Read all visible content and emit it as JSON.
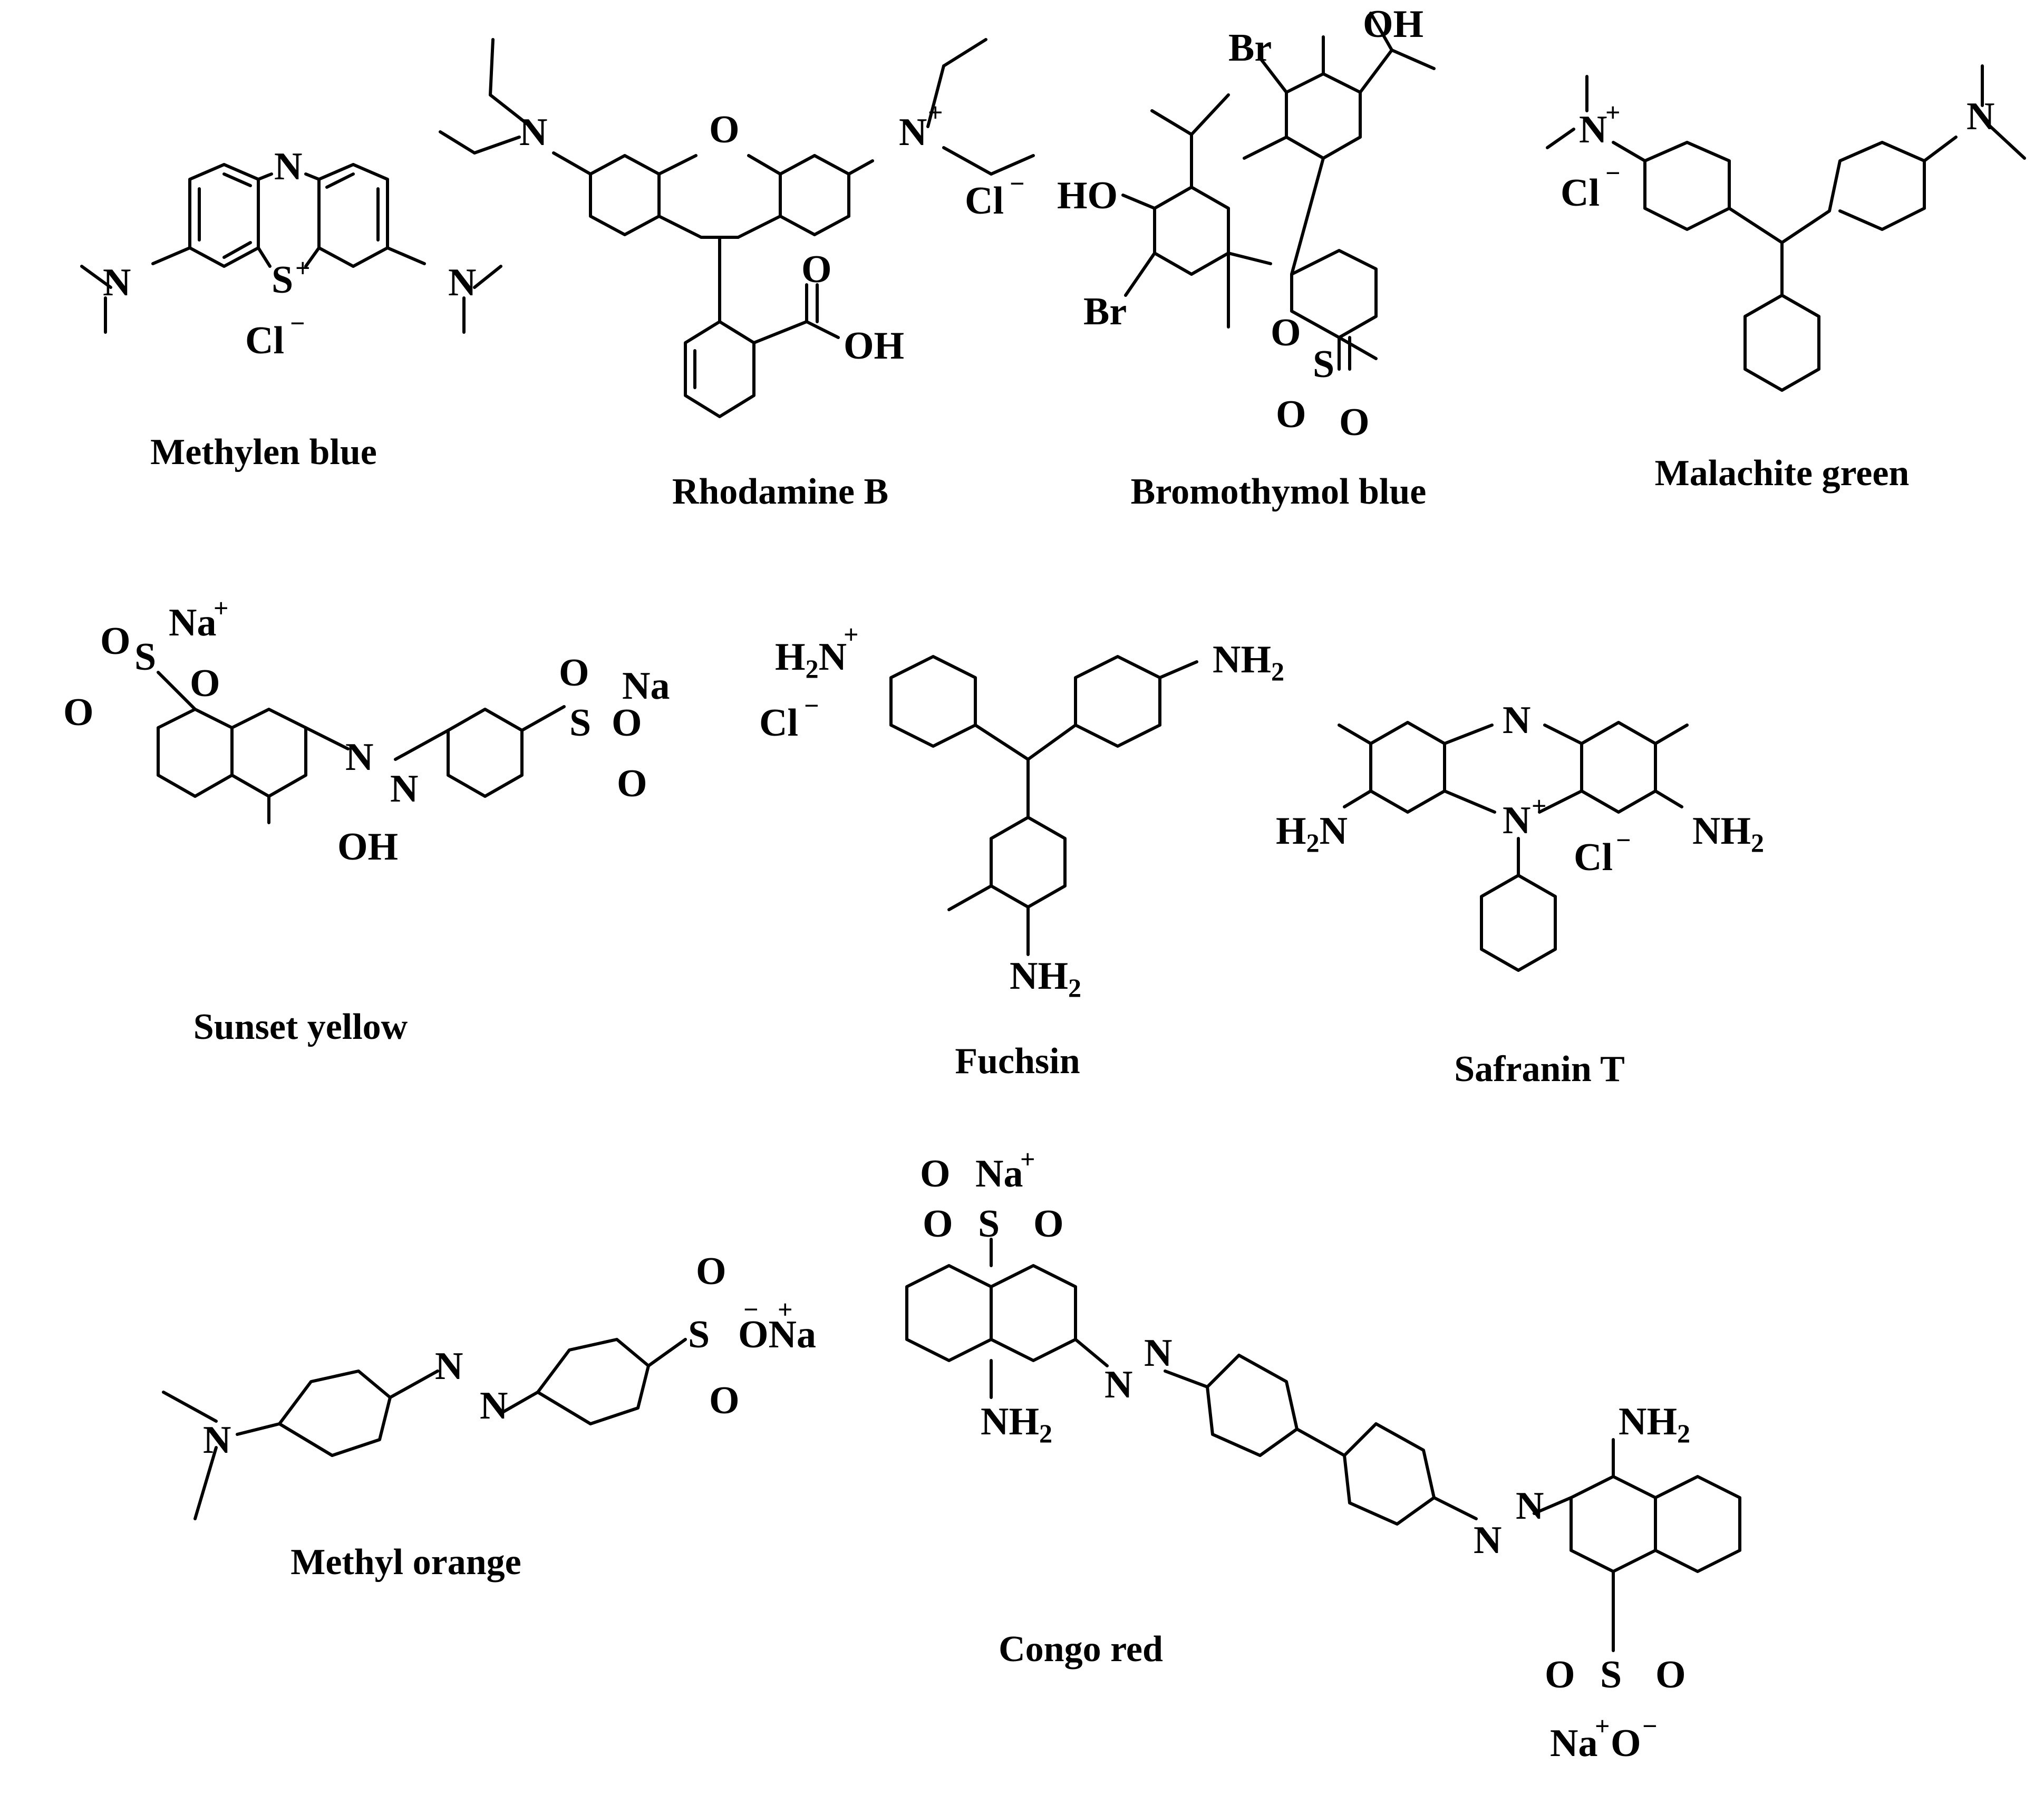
{
  "colors": {
    "ink": "#000000",
    "background": "#ffffff"
  },
  "captions": {
    "methylene_blue": "Methylen blue",
    "rhodamine_b": "Rhodamine B",
    "bromothymol_blue": "Bromothymol blue",
    "malachite_green": "Malachite green",
    "sunset_yellow": "Sunset yellow",
    "fuchsin": "Fuchsin",
    "safranin_t": "Safranin T",
    "methyl_orange": "Methyl orange",
    "congo_red": "Congo red"
  },
  "atoms": {
    "N": "N",
    "O": "O",
    "S": "S",
    "Cl": "Cl",
    "Br": "Br",
    "Na": "Na",
    "OH": "OH",
    "HO": "HO",
    "NH": "NH",
    "H": "H",
    "ONa": "ONa",
    "plus": "+",
    "minus": "−",
    "two": "2"
  }
}
